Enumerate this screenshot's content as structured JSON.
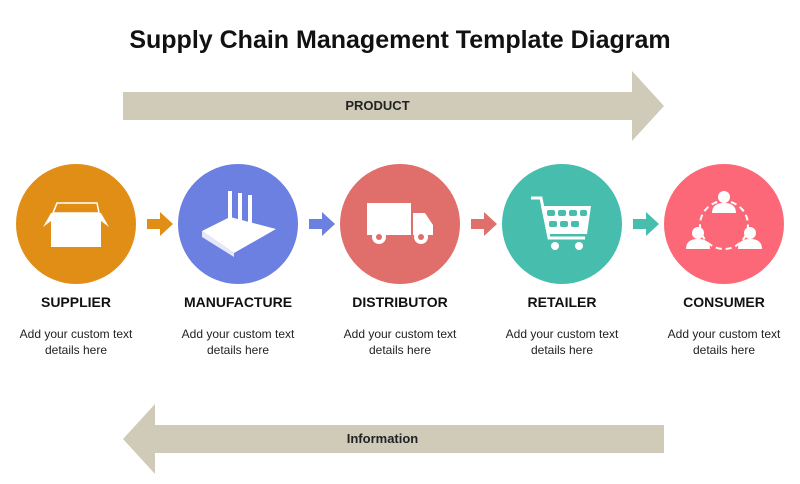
{
  "title": "Supply Chain Management Template Diagram",
  "top_arrow_label": "PRODUCT",
  "bottom_arrow_label": "Information",
  "arrow_color": "#cfcbb8",
  "steps": [
    {
      "label": "SUPPLIER",
      "desc1": "Add your custom text",
      "desc2": "details here",
      "color": "#e18e17",
      "icon": "box-icon"
    },
    {
      "label": "MANUFACTURE",
      "desc1": "Add your custom text",
      "desc2": "details here",
      "color": "#6b80e0",
      "icon": "factory-icon"
    },
    {
      "label": "DISTRIBUTOR",
      "desc1": "Add your custom text",
      "desc2": "details here",
      "color": "#e06e6b",
      "icon": "truck-icon"
    },
    {
      "label": "RETAILER",
      "desc1": "Add your custom text",
      "desc2": "details here",
      "color": "#47bdad",
      "icon": "shopping-cart-icon"
    },
    {
      "label": "CONSUMER",
      "desc1": "Add your custom text",
      "desc2": "details here",
      "color": "#fd6878",
      "icon": "consumers-icon"
    }
  ]
}
